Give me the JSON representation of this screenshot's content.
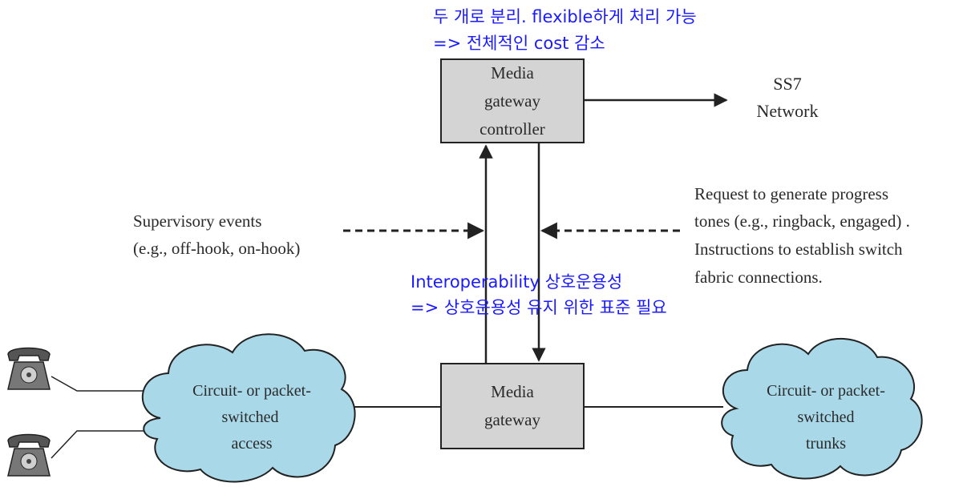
{
  "colors": {
    "box_fill": "#d4d4d4",
    "cloud_fill": "#a9d8e8",
    "line": "#222222",
    "annotation": "#1a1aff"
  },
  "annotations": {
    "top_line1": "두 개로 분리. flexible하게 처리 가능",
    "top_line2": "=> 전체적인 cost 감소",
    "mid_line1": "Interoperability 상호운용성",
    "mid_line2": "=> 상호운용성 유지 위한 표준 필요"
  },
  "nodes": {
    "controller": {
      "line1": "Media",
      "line2": "gateway",
      "line3": "controller"
    },
    "gateway": {
      "line1": "Media",
      "line2": "gateway"
    },
    "access_cloud": {
      "line1": "Circuit- or packet-",
      "line2": "switched",
      "line3": "access"
    },
    "trunks_cloud": {
      "line1": "Circuit- or packet-",
      "line2": "switched",
      "line3": "trunks"
    },
    "ss7": {
      "line1": "SS7",
      "line2": "Network"
    }
  },
  "labels": {
    "supervisory_line1": "Supervisory events",
    "supervisory_line2": "(e.g., off-hook, on-hook)",
    "request_line1": "Request to generate progress",
    "request_line2": "tones (e.g., ringback, engaged) .",
    "request_line3": "Instructions to establish switch",
    "request_line4": "fabric connections."
  },
  "icons": {
    "phone_top": "telephone-icon",
    "phone_bottom": "telephone-icon"
  }
}
